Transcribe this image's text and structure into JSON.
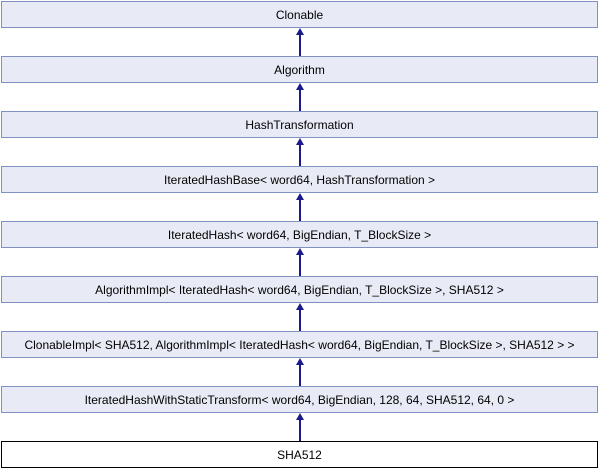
{
  "diagram": {
    "type": "class-inheritance-diagram",
    "subject": "SHA512",
    "colors": {
      "node_fill": "#e8ebf5",
      "node_border": "#8090c0",
      "arrow": "#1a1a8c",
      "current_node_fill": "#ffffff",
      "current_node_border": "#000000",
      "text": "#000000"
    },
    "nodes": [
      {
        "label": "Clonable"
      },
      {
        "label": "Algorithm"
      },
      {
        "label": "HashTransformation"
      },
      {
        "label": "IteratedHashBase< word64, HashTransformation >"
      },
      {
        "label": "IteratedHash< word64, BigEndian, T_BlockSize >"
      },
      {
        "label": "AlgorithmImpl< IteratedHash< word64, BigEndian, T_BlockSize >, SHA512 >"
      },
      {
        "label": "ClonableImpl< SHA512, AlgorithmImpl< IteratedHash< word64, BigEndian, T_BlockSize >, SHA512 > >"
      },
      {
        "label": "IteratedHashWithStaticTransform< word64, BigEndian, 128, 64, SHA512, 64, 0 >"
      },
      {
        "label": "SHA512",
        "current": true
      }
    ],
    "edges": "each lower node points (inherits) upward to the node above it"
  }
}
